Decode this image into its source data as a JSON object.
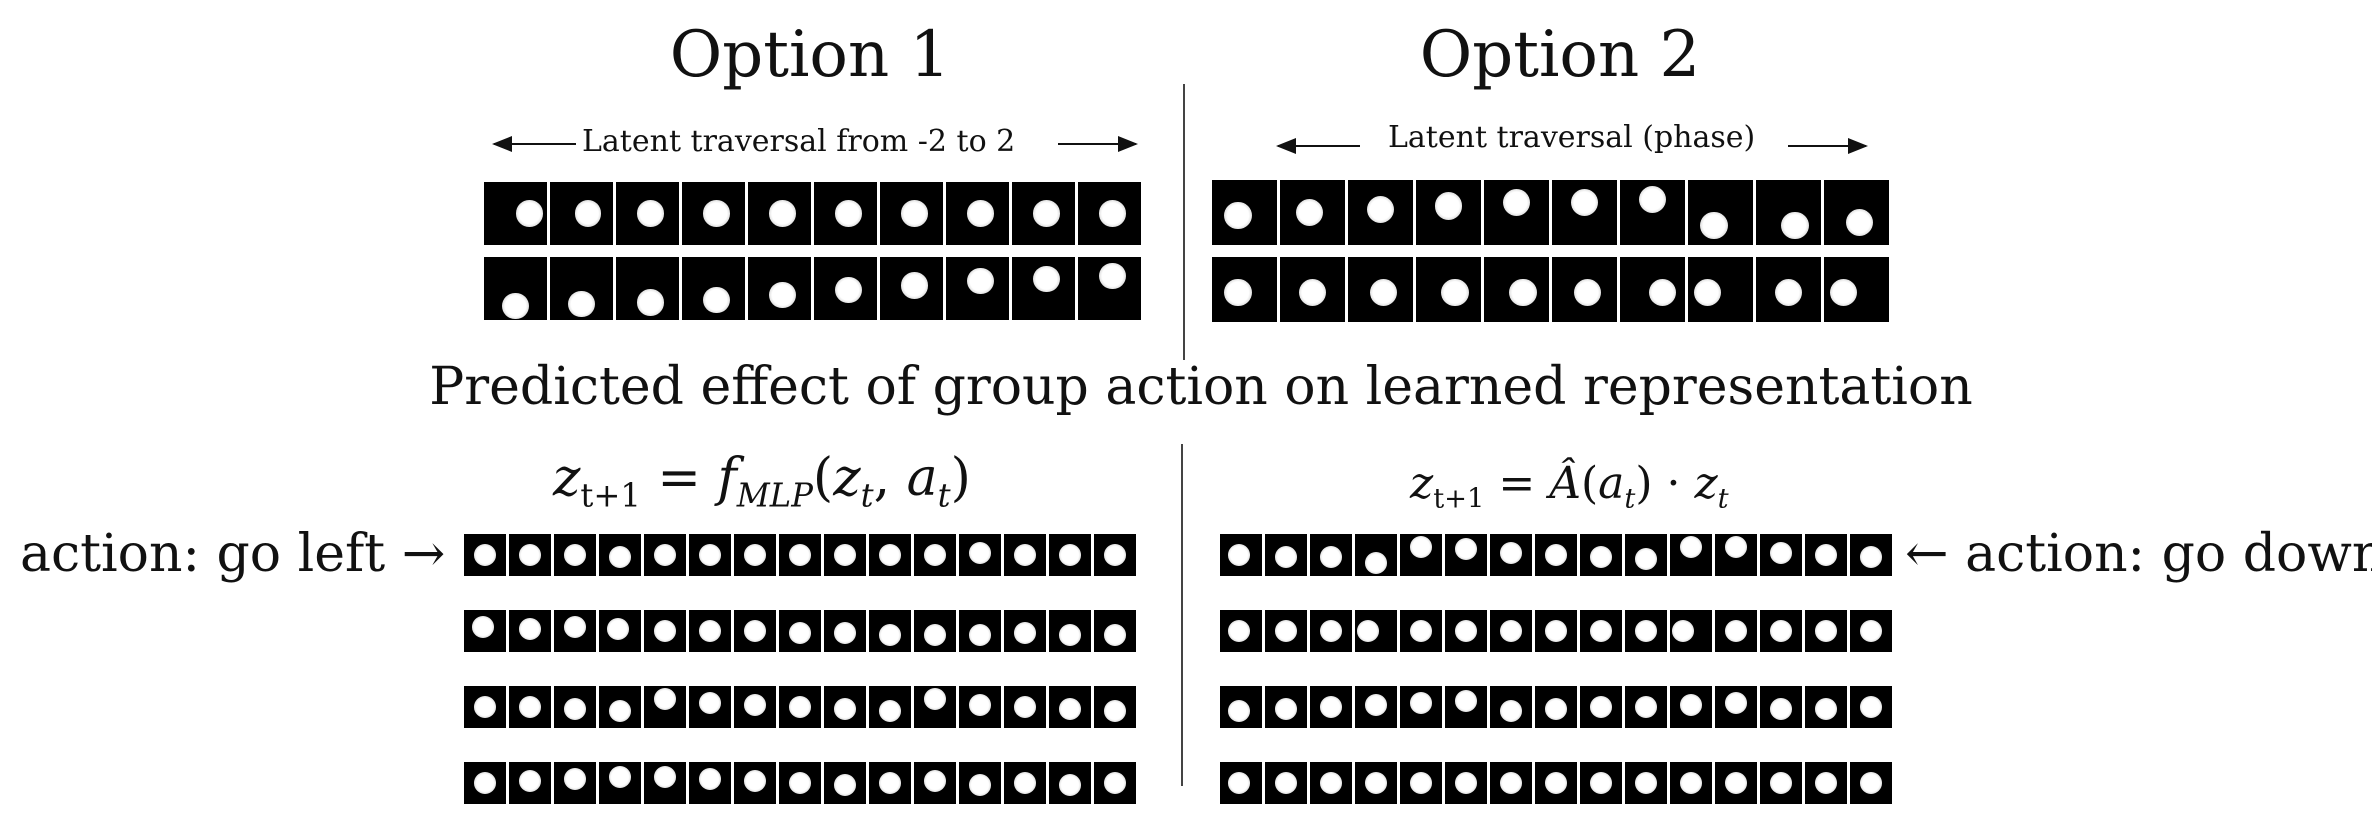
{
  "option1": {
    "title": "Option 1",
    "traversal_label": "Latent traversal from -2 to 2"
  },
  "option2": {
    "title": "Option 2",
    "traversal_label": "Latent traversal (phase)"
  },
  "middle_title": "Predicted effect of group action on learned representation",
  "left_action": {
    "label": "action: go left",
    "arrow": "→"
  },
  "right_action": {
    "label": "action: go down",
    "arrow": "←"
  },
  "equations": {
    "left": {
      "lhs_var": "z",
      "lhs_sub": "t+1",
      "eq": " = ",
      "fn": "f",
      "fn_sub": "MLP",
      "args_open": "(",
      "z": "z",
      "z_sub": "t",
      "comma": ", ",
      "a": "a",
      "a_sub": "t",
      "args_close": ")"
    },
    "right": {
      "lhs_var": "z",
      "lhs_sub": "t+1",
      "eq": " = ",
      "hat": "Â",
      "args_open": "(",
      "a": "a",
      "a_sub": "t",
      "args_close": ")",
      "dot": " · ",
      "z": "z",
      "z_sub": "t"
    }
  },
  "panels": {
    "top_left": [
      [
        [
          0.72,
          0.5
        ],
        [
          0.6,
          0.5
        ],
        [
          0.55,
          0.5
        ],
        [
          0.55,
          0.5
        ],
        [
          0.55,
          0.5
        ],
        [
          0.55,
          0.5
        ],
        [
          0.55,
          0.5
        ],
        [
          0.55,
          0.5
        ],
        [
          0.55,
          0.5
        ],
        [
          0.55,
          0.5
        ]
      ],
      [
        [
          0.5,
          0.78
        ],
        [
          0.5,
          0.75
        ],
        [
          0.55,
          0.72
        ],
        [
          0.55,
          0.68
        ],
        [
          0.55,
          0.6
        ],
        [
          0.55,
          0.52
        ],
        [
          0.55,
          0.45
        ],
        [
          0.55,
          0.38
        ],
        [
          0.55,
          0.35
        ],
        [
          0.55,
          0.3
        ]
      ]
    ],
    "top_right": [
      [
        [
          0.4,
          0.55
        ],
        [
          0.45,
          0.5
        ],
        [
          0.5,
          0.45
        ],
        [
          0.5,
          0.4
        ],
        [
          0.5,
          0.35
        ],
        [
          0.5,
          0.35
        ],
        [
          0.5,
          0.3
        ],
        [
          0.4,
          0.7
        ],
        [
          0.6,
          0.7
        ],
        [
          0.55,
          0.65
        ]
      ],
      [
        [
          0.4,
          0.55
        ],
        [
          0.5,
          0.55
        ],
        [
          0.55,
          0.55
        ],
        [
          0.6,
          0.55
        ],
        [
          0.6,
          0.55
        ],
        [
          0.55,
          0.55
        ],
        [
          0.65,
          0.55
        ],
        [
          0.3,
          0.55
        ],
        [
          0.5,
          0.55
        ],
        [
          0.3,
          0.55
        ]
      ]
    ],
    "bottom_left": [
      [
        [
          0.5,
          0.5
        ],
        [
          0.5,
          0.5
        ],
        [
          0.5,
          0.5
        ],
        [
          0.5,
          0.55
        ],
        [
          0.5,
          0.5
        ],
        [
          0.5,
          0.5
        ],
        [
          0.5,
          0.5
        ],
        [
          0.5,
          0.5
        ],
        [
          0.5,
          0.5
        ],
        [
          0.5,
          0.5
        ],
        [
          0.5,
          0.5
        ],
        [
          0.5,
          0.45
        ],
        [
          0.5,
          0.5
        ],
        [
          0.5,
          0.5
        ],
        [
          0.5,
          0.5
        ]
      ],
      [
        [
          0.45,
          0.4
        ],
        [
          0.5,
          0.45
        ],
        [
          0.5,
          0.4
        ],
        [
          0.45,
          0.45
        ],
        [
          0.5,
          0.5
        ],
        [
          0.5,
          0.5
        ],
        [
          0.5,
          0.5
        ],
        [
          0.5,
          0.55
        ],
        [
          0.5,
          0.55
        ],
        [
          0.5,
          0.6
        ],
        [
          0.5,
          0.6
        ],
        [
          0.5,
          0.6
        ],
        [
          0.5,
          0.55
        ],
        [
          0.5,
          0.6
        ],
        [
          0.5,
          0.6
        ]
      ],
      [
        [
          0.5,
          0.5
        ],
        [
          0.5,
          0.5
        ],
        [
          0.5,
          0.55
        ],
        [
          0.5,
          0.6
        ],
        [
          0.5,
          0.3
        ],
        [
          0.5,
          0.4
        ],
        [
          0.5,
          0.45
        ],
        [
          0.5,
          0.5
        ],
        [
          0.5,
          0.55
        ],
        [
          0.5,
          0.6
        ],
        [
          0.5,
          0.3
        ],
        [
          0.5,
          0.45
        ],
        [
          0.5,
          0.5
        ],
        [
          0.5,
          0.55
        ],
        [
          0.5,
          0.6
        ]
      ],
      [
        [
          0.5,
          0.5
        ],
        [
          0.5,
          0.45
        ],
        [
          0.5,
          0.4
        ],
        [
          0.5,
          0.35
        ],
        [
          0.5,
          0.35
        ],
        [
          0.5,
          0.4
        ],
        [
          0.5,
          0.45
        ],
        [
          0.5,
          0.5
        ],
        [
          0.5,
          0.55
        ],
        [
          0.5,
          0.5
        ],
        [
          0.5,
          0.45
        ],
        [
          0.5,
          0.55
        ],
        [
          0.5,
          0.5
        ],
        [
          0.5,
          0.55
        ],
        [
          0.5,
          0.5
        ]
      ]
    ],
    "bottom_right": [
      [
        [
          0.45,
          0.5
        ],
        [
          0.5,
          0.55
        ],
        [
          0.5,
          0.55
        ],
        [
          0.5,
          0.7
        ],
        [
          0.5,
          0.3
        ],
        [
          0.5,
          0.35
        ],
        [
          0.5,
          0.45
        ],
        [
          0.5,
          0.5
        ],
        [
          0.5,
          0.55
        ],
        [
          0.5,
          0.6
        ],
        [
          0.5,
          0.3
        ],
        [
          0.5,
          0.3
        ],
        [
          0.5,
          0.45
        ],
        [
          0.5,
          0.5
        ],
        [
          0.5,
          0.55
        ]
      ],
      [
        [
          0.45,
          0.5
        ],
        [
          0.5,
          0.5
        ],
        [
          0.5,
          0.5
        ],
        [
          0.3,
          0.5
        ],
        [
          0.5,
          0.5
        ],
        [
          0.5,
          0.5
        ],
        [
          0.5,
          0.5
        ],
        [
          0.5,
          0.5
        ],
        [
          0.5,
          0.5
        ],
        [
          0.5,
          0.5
        ],
        [
          0.3,
          0.5
        ],
        [
          0.5,
          0.5
        ],
        [
          0.5,
          0.5
        ],
        [
          0.5,
          0.5
        ],
        [
          0.5,
          0.5
        ]
      ],
      [
        [
          0.45,
          0.6
        ],
        [
          0.5,
          0.55
        ],
        [
          0.5,
          0.5
        ],
        [
          0.5,
          0.45
        ],
        [
          0.5,
          0.4
        ],
        [
          0.5,
          0.35
        ],
        [
          0.5,
          0.6
        ],
        [
          0.5,
          0.55
        ],
        [
          0.5,
          0.5
        ],
        [
          0.5,
          0.5
        ],
        [
          0.5,
          0.45
        ],
        [
          0.5,
          0.4
        ],
        [
          0.5,
          0.55
        ],
        [
          0.5,
          0.55
        ],
        [
          0.5,
          0.5
        ]
      ],
      [
        [
          0.45,
          0.5
        ],
        [
          0.5,
          0.5
        ],
        [
          0.5,
          0.5
        ],
        [
          0.5,
          0.5
        ],
        [
          0.5,
          0.5
        ],
        [
          0.5,
          0.5
        ],
        [
          0.5,
          0.5
        ],
        [
          0.5,
          0.5
        ],
        [
          0.5,
          0.5
        ],
        [
          0.5,
          0.5
        ],
        [
          0.5,
          0.5
        ],
        [
          0.5,
          0.5
        ],
        [
          0.5,
          0.5
        ],
        [
          0.5,
          0.5
        ],
        [
          0.5,
          0.5
        ]
      ]
    ]
  }
}
